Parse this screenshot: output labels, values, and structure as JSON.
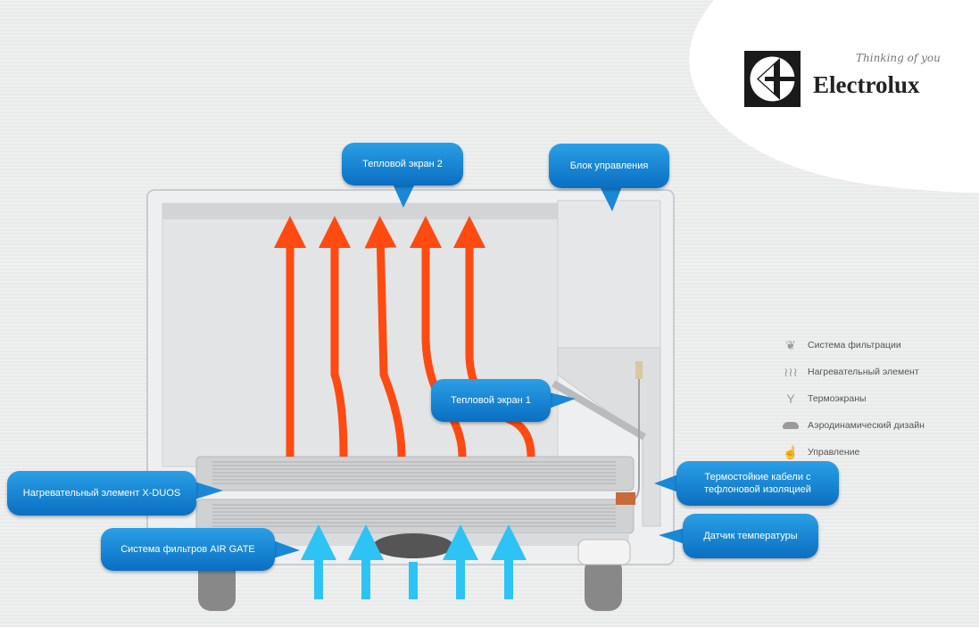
{
  "brand": {
    "name": "Electrolux",
    "tagline": "Thinking of you"
  },
  "callouts": {
    "heat_screen_2": "Тепловой экран 2",
    "control_unit": "Блок управления",
    "heat_screen_1": "Тепловой экран 1",
    "heating_element": "Нагревательный элемент X-DUOS",
    "filter_system": "Система фильтров AIR GATE",
    "cables": "Термостойкие кабели с тефлоновой изоляцией",
    "temp_sensor": "Датчик температуры"
  },
  "legend": [
    {
      "label": "Система фильтрации",
      "icon": "leaf-icon"
    },
    {
      "label": "Нагревательный элемент",
      "icon": "heat-waves-icon"
    },
    {
      "label": "Термоэкраны",
      "icon": "split-arrows-icon"
    },
    {
      "label": "Аэродинамический дизайн",
      "icon": "aerodynamic-shape-icon"
    },
    {
      "label": "Управление",
      "icon": "hand-pointer-icon"
    }
  ],
  "colors": {
    "callout": "#1a88d8",
    "hot_air": "#ff4a12",
    "cold_air": "#2ec3f5"
  }
}
